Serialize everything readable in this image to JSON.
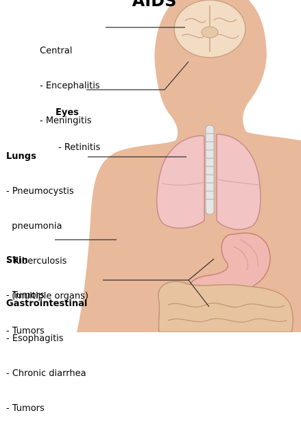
{
  "title": "AIDS",
  "groups": {
    "central": {
      "heading": "Central",
      "items": [
        "- Encephalitis",
        "- Meningitis"
      ]
    },
    "eyes": {
      "heading": "Eyes",
      "items": [
        "- Retinitis"
      ]
    },
    "lungs": {
      "heading": "Lungs",
      "items": [
        "- Pneumocystis",
        "  pneumonia",
        "- Tuberculosis",
        "  (multiple organs)",
        "- Tumors"
      ]
    },
    "skin": {
      "heading": "Skin",
      "items": [
        "- Tumors"
      ]
    },
    "gastro": {
      "heading": "Gastrointestinal",
      "items": [
        "- Esophagitis",
        "- Chronic diarrhea",
        "- Tumors"
      ]
    }
  },
  "colors": {
    "skin": "#e8b99b",
    "lung": "#f2c4c4",
    "brain": "#f3dcc4",
    "stomach": "#f0b8b0",
    "intestine": "#e8c3a0",
    "line": "#333333"
  }
}
